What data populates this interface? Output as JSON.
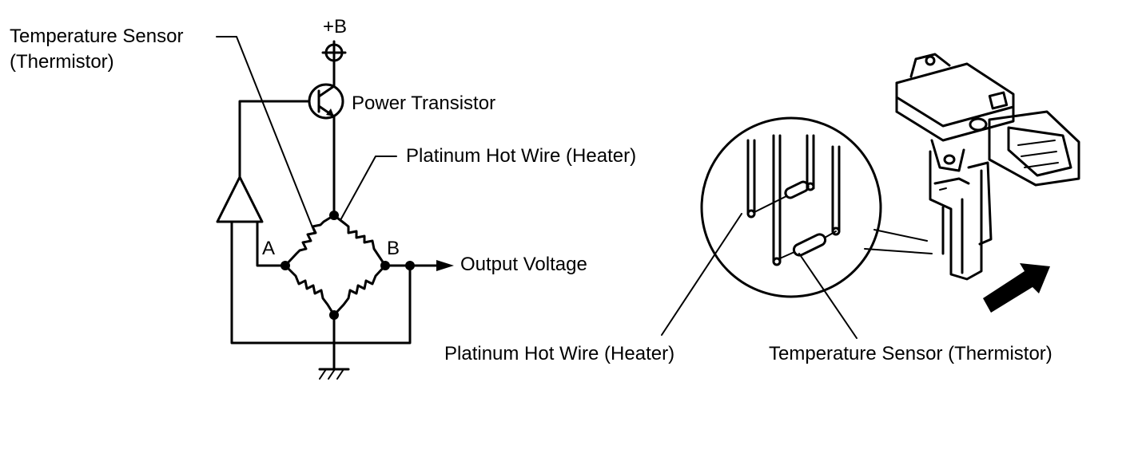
{
  "circuit": {
    "supply_label": "+B",
    "temp_sensor_label_line1": "Temperature Sensor",
    "temp_sensor_label_line2": "(Thermistor)",
    "power_transistor_label": "Power Transistor",
    "hot_wire_label": "Platinum Hot Wire (Heater)",
    "node_a_label": "A",
    "node_b_label": "B",
    "output_label": "Output Voltage"
  },
  "sensor_illustration": {
    "hot_wire_label": "Platinum Hot Wire (Heater)",
    "temp_sensor_label": "Temperature Sensor (Thermistor)"
  }
}
